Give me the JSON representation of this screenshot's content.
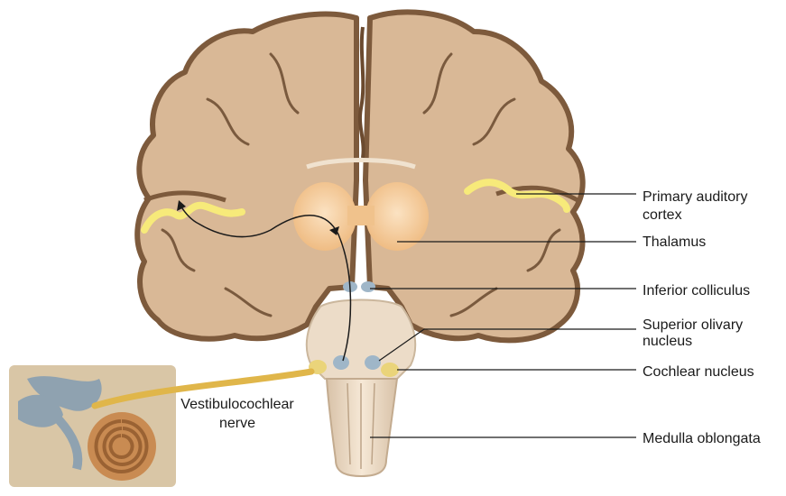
{
  "labels": {
    "primary_auditory_cortex_line1": "Primary auditory",
    "primary_auditory_cortex_line2": "cortex",
    "thalamus": "Thalamus",
    "inferior_colliculus": "Inferior colliculus",
    "superior_olivary_line1": "Superior olivary",
    "superior_olivary_line2": "nucleus",
    "cochlear_nucleus": "Cochlear nucleus",
    "medulla_oblongata": "Medulla oblongata",
    "vestibulocochlear_line1": "Vestibulocochlear",
    "vestibulocochlear_line2": "nerve"
  },
  "colors": {
    "brain_fill": "#d9b896",
    "brain_shadow": "#8a6a4d",
    "thalamus": "#f2c48f",
    "auditory_cortex": "#f7ea7a",
    "nucleus_blue": "#9fb6c8",
    "cochlear_nucleus": "#ead47a",
    "nerve": "#e0b64a",
    "brainstem": "#ecd8c0",
    "cochlea": "#c98b52",
    "ear_canals": "#8fa2b0"
  }
}
